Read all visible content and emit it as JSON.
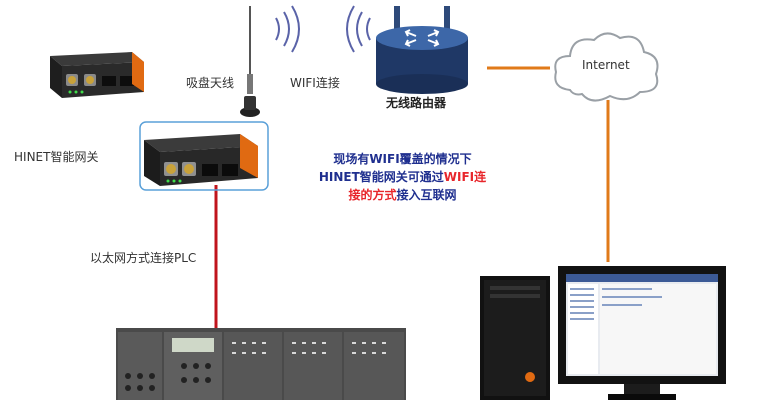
{
  "labels": {
    "antenna": "吸盘天线",
    "wifi_link": "WIFI连接",
    "router": "无线路由器",
    "internet": "Internet",
    "gateway": "HINET智能网关",
    "ethernet": "以太网方式连接PLC"
  },
  "note": {
    "line1": "现场有WIFI覆盖的情况下",
    "line2_a": "HINET智能网关可通过",
    "line2_b": "WIFI连",
    "line3_a": "接的方式",
    "line3_b": "接入互联网"
  },
  "colors": {
    "note_blue": "#1f2f8f",
    "note_red": "#e8262b",
    "ethernet_cable": "#c0141c",
    "internet_cable": "#e07a1a",
    "wifi_waves": "#5a63a8"
  }
}
